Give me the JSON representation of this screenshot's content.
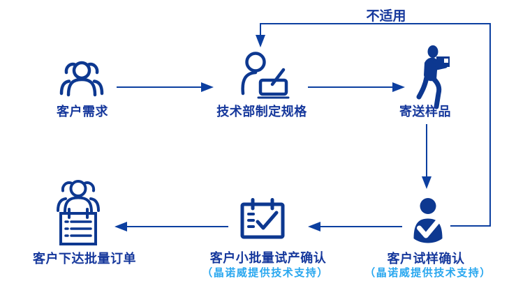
{
  "colors": {
    "icon_navy": "#0d3890",
    "line_blue": "#0c3fa0",
    "label_blue": "#16389c",
    "support_cyan": "#29a7ef",
    "background": "#ffffff"
  },
  "annotations": {
    "not_applicable": "不适用"
  },
  "nodes": {
    "customer_demand": {
      "label": "客户需求",
      "icon": "customers-group-icon"
    },
    "tech_spec": {
      "label": "技术部制定规格",
      "icon": "engineer-writing-icon"
    },
    "send_samples": {
      "label": "寄送样品",
      "icon": "courier-delivery-icon"
    },
    "sample_confirm": {
      "label": "客户试样确认",
      "sublabel": "（晶诺威提供技术支持）",
      "icon": "person-check-icon"
    },
    "pilot_confirm": {
      "label": "客户小批量试产确认",
      "sublabel": "（晶诺威提供技术支持）",
      "icon": "checklist-calendar-icon"
    },
    "batch_order": {
      "label": "客户下达批量订单",
      "icon": "customers-order-icon"
    }
  },
  "flow": {
    "forward_sequence": [
      "客户需求",
      "技术部制定规格",
      "寄送样品",
      "客户试样确认",
      "客户小批量试产确认",
      "客户下达批量订单"
    ],
    "loop_back": {
      "from": "客户试样确认",
      "to": "技术部制定规格",
      "label": "不适用"
    }
  }
}
